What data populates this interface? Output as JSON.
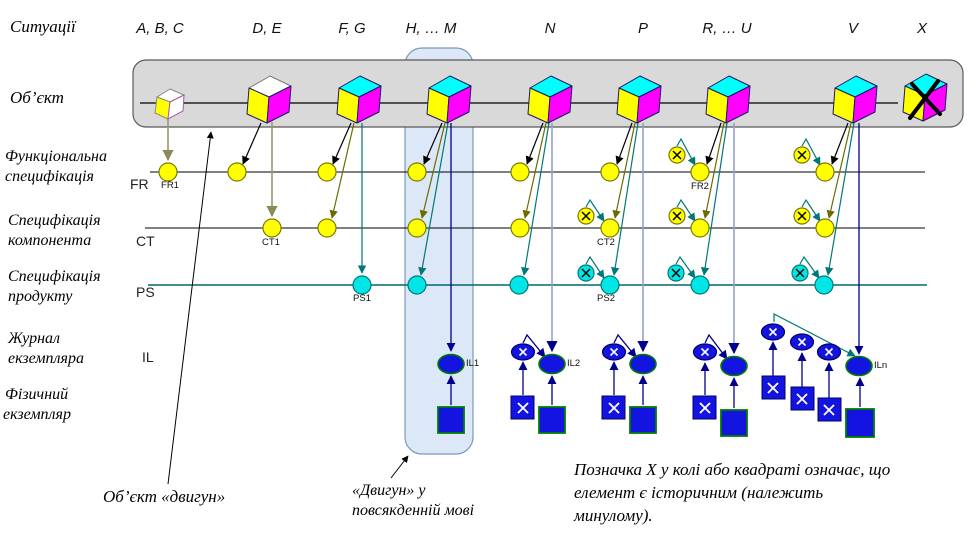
{
  "diagram": {
    "situations": {
      "label": "Ситуації",
      "columns": [
        "A, B, C",
        "D, E",
        "F, G",
        "H, … M",
        "N",
        "P",
        "R, … U",
        "V",
        "X"
      ]
    },
    "rows": {
      "object": {
        "label": "Об’єкт"
      },
      "functional_spec": {
        "line1": "Функціональна",
        "line2": "специфікація",
        "code": "FR"
      },
      "component_spec": {
        "line1": "Специфікація",
        "line2": "компонента",
        "code": "CT"
      },
      "product_spec": {
        "line1": "Специфікація",
        "line2": "продукту",
        "code": "PS"
      },
      "instance_log": {
        "line1": "Журнал",
        "line2": "екземпляра",
        "code": "IL"
      },
      "physical_instance": {
        "line1": "Фізичний",
        "line2": "екземпляр"
      }
    },
    "markers": {
      "fr1": "FR1",
      "fr2": "FR2",
      "ct1": "CT1",
      "ct2": "CT2",
      "ps1": "PS1",
      "ps2": "PS2",
      "il1": "IL1",
      "il2": "IL2",
      "iln": "ILn",
      "historic_symbol": "X"
    },
    "annotations": {
      "engine_object": "Об’єкт «двигун»",
      "engine_everyday_line1": "«Двигун» у",
      "engine_everyday_line2": "повсякденній мові",
      "note_line1": "Позначка X у колі або квадраті означає, що",
      "note_line2": "елемент є історичним (належить",
      "note_line3": "минулому)."
    },
    "colors": {
      "cube_top": "#00ffff",
      "cube_front": "#ffff00",
      "cube_side": "#ff00ff",
      "spec_node": "#ffff00",
      "product_node": "#00e5e5",
      "instance_node": "#1414e0",
      "object_band": "#d9d9d9",
      "everyday_band": "#dce8f7",
      "ps_line": "#006868",
      "history_link": "#007878"
    }
  }
}
